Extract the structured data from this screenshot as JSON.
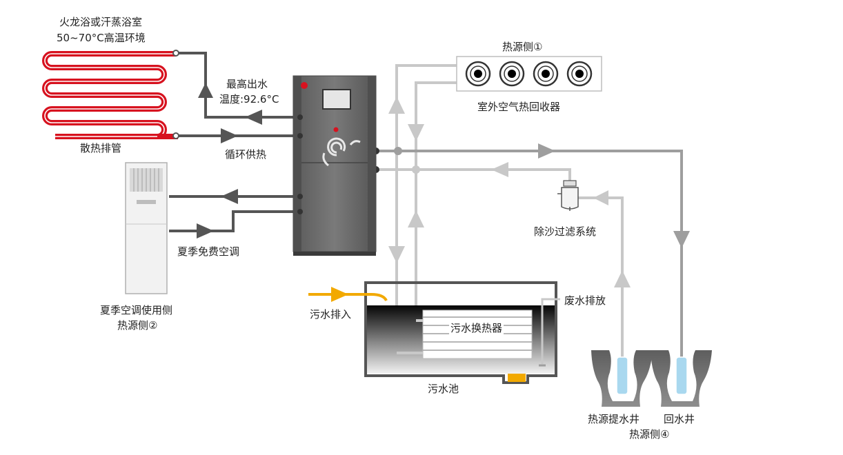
{
  "labels": {
    "sauna_room_line1": "火龙浴或汗蒸浴室",
    "sauna_room_line2": "50~70°C高温环境",
    "max_outlet_line1": "最高出水",
    "max_outlet_line2": "温度:92.6°C",
    "radiator_pipe": "散热排管",
    "circulating_heat": "循环供热",
    "summer_free_ac": "夏季免费空调",
    "ac_side_line1": "夏季空调使用侧",
    "ac_side_line2": "热源侧②",
    "heat_source_1": "热源侧①",
    "outdoor_air_recovery": "室外空气热回收器",
    "sand_filter": "除沙过滤系统",
    "waste_drain": "废水排放",
    "sewage_inlet": "污水排入",
    "sewage_exchanger": "污水换热器",
    "sewage_pool": "污水池",
    "extraction_well": "热源提水井",
    "return_well": "回水井",
    "heat_source_4": "热源侧④"
  },
  "colors": {
    "hot_pipe": "#555555",
    "light_pipe": "#c8c8c8",
    "mid_pipe": "#9e9e9e",
    "radiator": "#d7121f",
    "sewage_arrow": "#f2a900",
    "unit_body": "#6b6b6b",
    "well_water": "#a9d8ef"
  }
}
